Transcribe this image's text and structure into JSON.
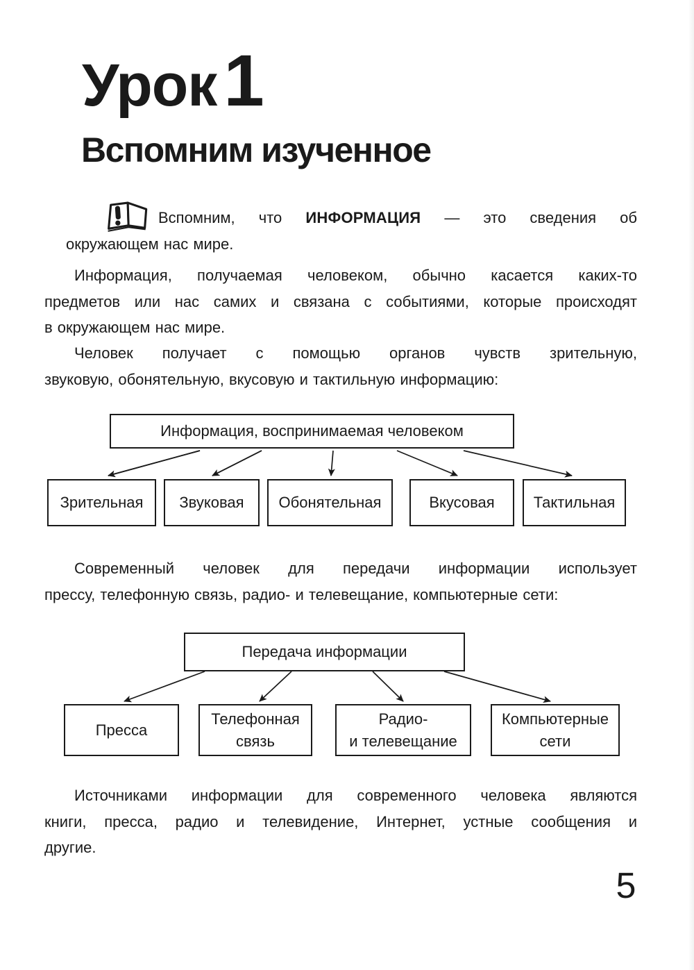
{
  "header": {
    "lesson_label": "Урок",
    "lesson_number": "1",
    "subtitle": "Вспомним изученное"
  },
  "note": {
    "icon": "open-book-with-exclamation",
    "text_start": "Вспомним, что",
    "term": "ИНФОРМАЦИЯ",
    "text_middle": "— это сведения об",
    "text_end": "окружающем нас мире."
  },
  "paragraphs": {
    "p2": {
      "lines": [
        "Информация, получаемая человеком, обычно касается каких-то",
        "предметов или нас самих и связана с событиями, которые происходят",
        "в окружающем нас мире."
      ]
    },
    "p3": {
      "lines": [
        "Человек получает с помощью органов чувств зрительную,",
        "звуковую, обонятельную, вкусовую и тактильную информацию:"
      ]
    },
    "p4": {
      "lines": [
        "Современный человек для передачи информации использует",
        "прессу, телефонную связь, радио- и телевещание, компьютерные сети:"
      ]
    },
    "p5": {
      "lines": [
        "Источниками информации для современного человека являются",
        "книги, пресса, радио и телевидение, Интернет, устные сообщения и",
        "другие."
      ]
    }
  },
  "diagram_perception": {
    "root": "Информация, воспринимаемая человеком",
    "children": [
      "Зрительная",
      "Звуковая",
      "Обонятельная",
      "Вкусовая",
      "Тактильная"
    ]
  },
  "diagram_transmission": {
    "root": "Передача информации",
    "children": [
      "Пресса",
      "Телефонная\nсвязь",
      "Радио-\nи телевещание",
      "Компьютерные\nсети"
    ]
  },
  "page_number": "5",
  "colors": {
    "text": "#1a1a1a",
    "background": "#ffffff",
    "line": "#1a1a1a"
  }
}
